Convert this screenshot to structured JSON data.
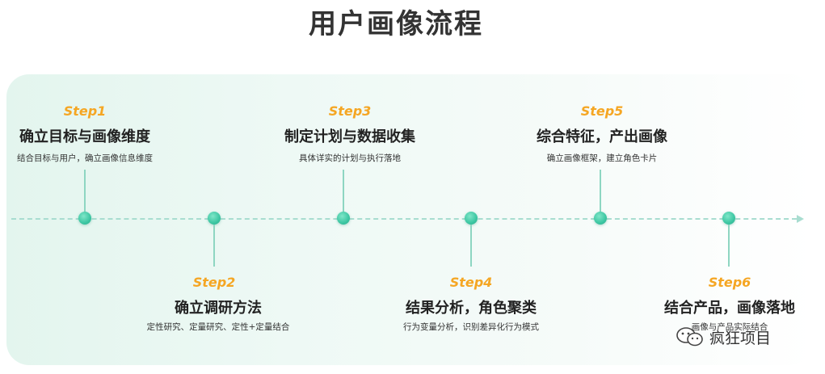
{
  "title": "用户画像流程",
  "colors": {
    "accent_orange": "#f5a623",
    "node_green": "#3cc6a2",
    "line_green": "#a8ddd0",
    "panel_bg": "#e3f5ee"
  },
  "steps": [
    {
      "label": "Step1",
      "title": "确立目标与画像维度",
      "desc": "结合目标与用户，确立画像信息维度"
    },
    {
      "label": "Step2",
      "title": "确立调研方法",
      "desc": "定性研究、定量研究、定性+定量结合"
    },
    {
      "label": "Step3",
      "title": "制定计划与数据收集",
      "desc": "具体详实的计划与执行落地"
    },
    {
      "label": "Step4",
      "title": "结果分析，角色聚类",
      "desc": "行为变量分析，识别差异化行为模式"
    },
    {
      "label": "Step5",
      "title": "综合特征，产出画像",
      "desc": "确立画像框架，建立角色卡片"
    },
    {
      "label": "Step6",
      "title": "结合产品，画像落地",
      "desc": "画像与产品实际结合"
    }
  ],
  "watermark": {
    "icon": "wechat-icon",
    "text": "疯狂项目"
  }
}
